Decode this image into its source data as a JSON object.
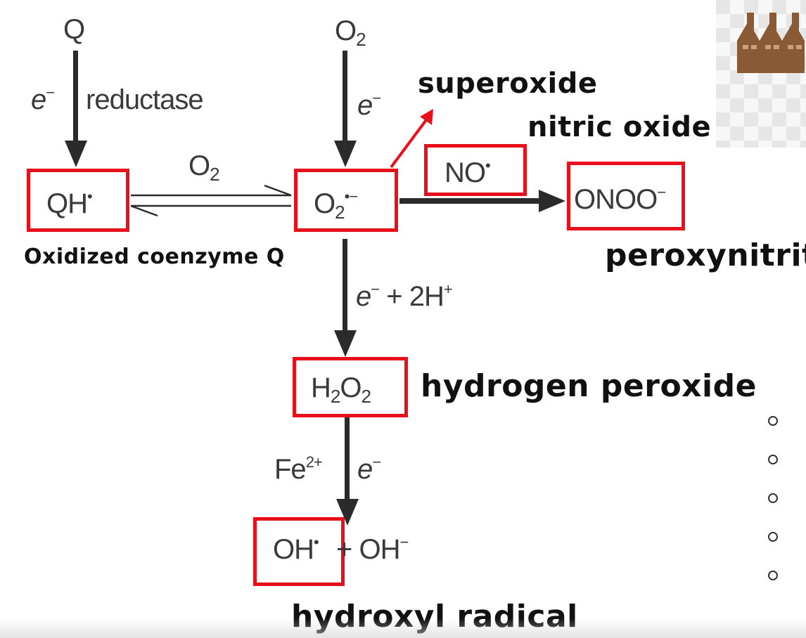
{
  "colors": {
    "highlight": "#e8101a",
    "arrow": "#2b2b2b",
    "chem_text": "#3a3a3a",
    "handwriting": "#111111"
  },
  "species": {
    "q": "Q",
    "o2_top": "O",
    "qh_radical": "QH",
    "superoxide_core": "O",
    "no_radical": "NO",
    "peroxynitrite_formula": "ONOO",
    "h2o2_h": "H",
    "h2o2_o": "O",
    "hydroxyl_radical": "OH",
    "hydroxide": "+ OH"
  },
  "arrow_labels": {
    "e_reductase_e": "e",
    "reductase": "reductase",
    "o2_equilibrium": "O",
    "e_to_superoxide": "e",
    "e_plus_2h_e": "e",
    "e_plus_2h_rest": "+ 2H",
    "fe2_plus": "Fe",
    "fe_e": "e"
  },
  "marks": {
    "minus": "−",
    "plus": "+",
    "dot": "•",
    "two": "2",
    "two_plus": "2+",
    "dot_minus": "•−"
  },
  "annotations": {
    "superoxide": "superoxide",
    "nitric_oxide": "nitric oxide",
    "oxidized_coenzyme_q": "Oxidized coenzyme Q",
    "peroxynitrite": "peroxynitrite",
    "hydrogen_peroxide": "hydrogen peroxide",
    "hydroxyl_radical": "hydroxyl radical"
  },
  "icons": {
    "corner": "factory-icon",
    "bullets": "hollow-circle-bullet-icon"
  }
}
